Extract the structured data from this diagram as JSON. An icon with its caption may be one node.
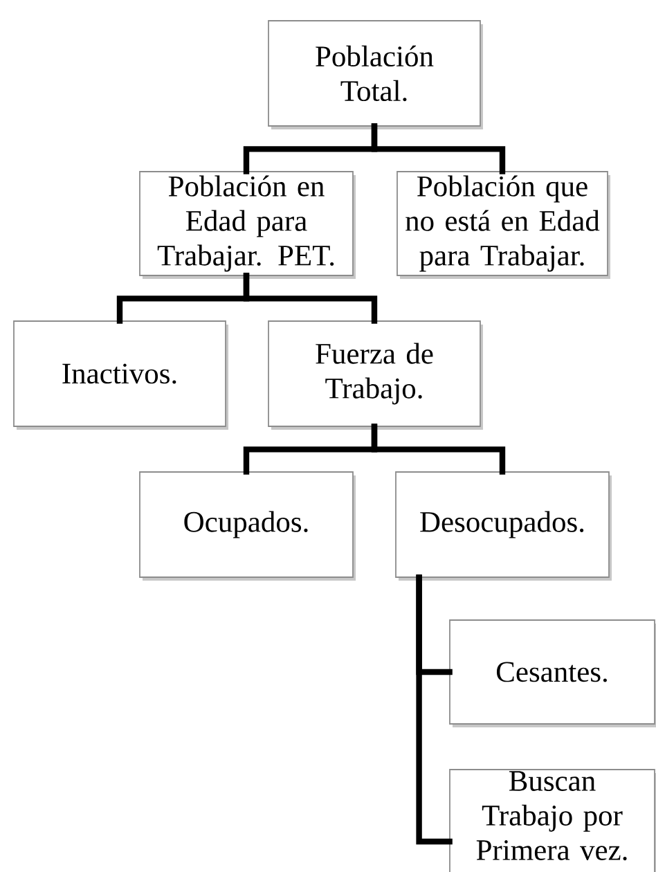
{
  "diagram": {
    "nodes": [
      {
        "text": [
          "Población Total."
        ]
      },
      {
        "text": [
          "Población en Edad para Trabajar. PET."
        ]
      },
      {
        "text": [
          "Población que no está en Edad para Trabajar."
        ]
      },
      {
        "text": [
          "Inactivos."
        ]
      },
      {
        "text": [
          "Fuerza de Trabajo."
        ]
      },
      {
        "text": [
          "Ocupados."
        ]
      },
      {
        "text": [
          "Desocupados."
        ]
      },
      {
        "text": [
          "Cesantes."
        ]
      },
      {
        "text": [
          "Buscan Trabajo por Primera vez."
        ]
      }
    ],
    "edges": [
      {
        "from": 0,
        "to": 1,
        "arrow": "none"
      },
      {
        "from": 0,
        "to": 2,
        "arrow": "none"
      },
      {
        "from": 1,
        "to": 3,
        "arrow": "none"
      },
      {
        "from": 1,
        "to": 4,
        "arrow": "none"
      },
      {
        "from": 4,
        "to": 5,
        "arrow": "none"
      },
      {
        "from": 4,
        "to": 6,
        "arrow": "none"
      },
      {
        "from": 6,
        "to": 7,
        "arrow": "none"
      },
      {
        "from": 6,
        "to": 8,
        "arrow": "none"
      }
    ]
  }
}
